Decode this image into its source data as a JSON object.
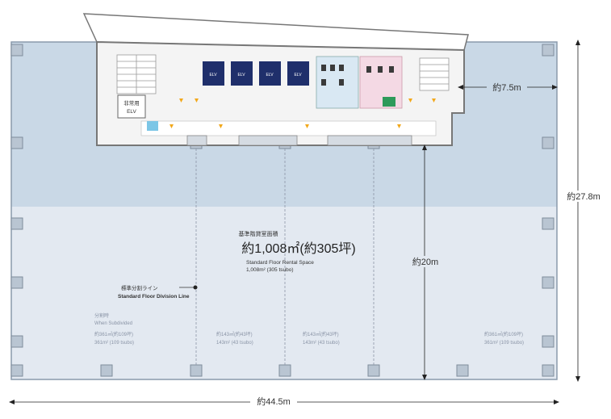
{
  "area": {
    "label_jp": "基準階貸室面積",
    "value": "約1,008㎡(約305坪)",
    "label_en": "Standard Floor Rental Space",
    "value_en": "1,008m² (305 tsubo)"
  },
  "division_line": {
    "label_jp": "標準分割ライン",
    "label_en": "Standard Floor Division Line"
  },
  "subdivision": {
    "title_jp": "分割時",
    "title_en": "When Subdivided",
    "units": [
      {
        "jp": "約361㎡(約109坪)",
        "en": "361m² (109 tsubo)"
      },
      {
        "jp": "約143㎡(約43坪)",
        "en": "143m² (43 tsubo)"
      },
      {
        "jp": "約143㎡(約43坪)",
        "en": "143m² (43 tsubo)"
      },
      {
        "jp": "約361㎡(約109坪)",
        "en": "361m² (109 tsubo)"
      }
    ]
  },
  "dimensions": {
    "width": "約44.5m",
    "depth": "約27.8m",
    "core_depth": "約20m",
    "side_depth": "約7.5m"
  },
  "core": {
    "elv_label": "ELV",
    "freight_elv_jp": "非常用",
    "freight_elv_en": "ELV"
  },
  "colors": {
    "perimeter_zone": "#c9d8e6",
    "interior_zone": "#e3e9f1",
    "core": "#f4f4f4",
    "elevator": "#1f2f6b",
    "restroom_women": "#f4d9e4",
    "restroom_men": "#d9e8f3"
  }
}
